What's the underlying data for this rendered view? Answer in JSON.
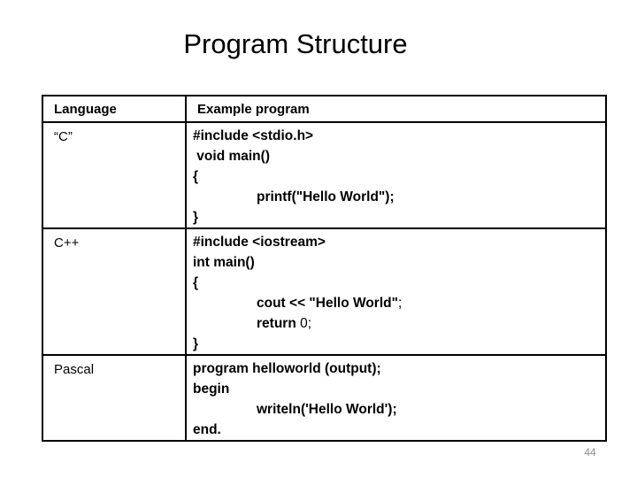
{
  "slide": {
    "title": "Program Structure",
    "page_number": "44"
  },
  "colors": {
    "background": "#ffffff",
    "text": "#000000",
    "table_border": "#000000",
    "page_number": "#8c8c8c"
  },
  "table": {
    "headers": [
      "Language",
      "Example program"
    ],
    "rows": [
      {
        "language": "“C”",
        "code_lines": [
          {
            "indent": 0,
            "segments": [
              {
                "text": "#include <stdio.h>",
                "bold": true
              }
            ]
          },
          {
            "indent": 0,
            "segments": [
              {
                "text": " void main()",
                "bold": true
              }
            ]
          },
          {
            "indent": 0,
            "segments": [
              {
                "text": "{",
                "bold": true
              }
            ]
          },
          {
            "indent": 1,
            "segments": [
              {
                "text": "printf(\"Hello World\");",
                "bold": true
              }
            ]
          },
          {
            "indent": 0,
            "segments": [
              {
                "text": "}",
                "bold": true
              }
            ]
          }
        ]
      },
      {
        "language": "C++",
        "code_lines": [
          {
            "indent": 0,
            "segments": [
              {
                "text": "#include <iostream>",
                "bold": true
              }
            ]
          },
          {
            "indent": 0,
            "segments": [
              {
                "text": "int main()",
                "bold": true
              }
            ]
          },
          {
            "indent": 0,
            "segments": [
              {
                "text": "{",
                "bold": true
              }
            ]
          },
          {
            "indent": 1,
            "segments": [
              {
                "text": "cout << \"Hello World\"",
                "bold": true
              },
              {
                "text": ";",
                "bold": false
              }
            ]
          },
          {
            "indent": 1,
            "segments": [
              {
                "text": "return",
                "bold": true
              },
              {
                "text": " 0;",
                "bold": false
              }
            ]
          },
          {
            "indent": 0,
            "segments": [
              {
                "text": "}",
                "bold": true
              }
            ]
          }
        ]
      },
      {
        "language": "Pascal",
        "code_lines": [
          {
            "indent": 0,
            "segments": [
              {
                "text": "program helloworld (output);",
                "bold": true
              }
            ]
          },
          {
            "indent": 0,
            "segments": [
              {
                "text": "begin",
                "bold": true
              }
            ]
          },
          {
            "indent": 1,
            "segments": [
              {
                "text": "writeln('Hello World');",
                "bold": true
              }
            ]
          },
          {
            "indent": 0,
            "segments": [
              {
                "text": "end.",
                "bold": true
              }
            ]
          }
        ]
      }
    ]
  }
}
